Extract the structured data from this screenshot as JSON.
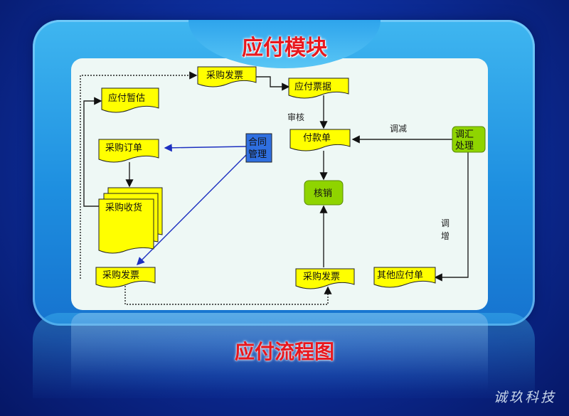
{
  "title": "应付模块",
  "subtitle": "应付流程图",
  "brand": "诚玖科技",
  "nodes": {
    "purchase_invoice_top": "采购发票",
    "ap_bill": "应付票据",
    "ap_estimate": "应付暂估",
    "purchase_order": "采购订单",
    "purchase_receipt": "采购收货",
    "purchase_invoice_left": "采购发票",
    "contract_mgmt_1": "合同",
    "contract_mgmt_2": "管理",
    "payment_bill": "付款单",
    "writeoff": "核销",
    "purchase_invoice_bottom": "采购发票",
    "adjust_1": "调汇",
    "adjust_2": "处理",
    "other_ap": "其他应付单"
  },
  "labels": {
    "audit": "审核",
    "decrease": "调减",
    "increase_1": "调",
    "increase_2": "增"
  },
  "colors": {
    "doc_fill": "#ffff00",
    "green": "#8fd400",
    "blue_box": "#2f6fe0",
    "arrow_blue": "#1c2fc0",
    "title_red": "#e8181e"
  }
}
